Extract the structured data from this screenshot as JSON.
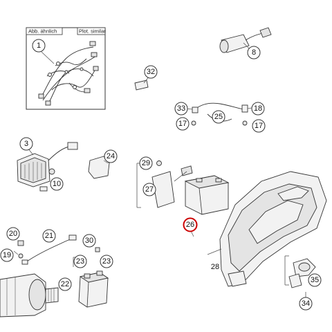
{
  "inset": {
    "left_text": "Abb. ähnlich",
    "right_text": "Plot. similar"
  },
  "callouts": {
    "c1": "1",
    "c3": "3",
    "c8": "8",
    "c10": "10",
    "c17a": "17",
    "c17b": "17",
    "c18": "18",
    "c19": "19",
    "c20": "20",
    "c21": "21",
    "c22": "22",
    "c23a": "23",
    "c23b": "23",
    "c24": "24",
    "c25": "25",
    "c26": "26",
    "c27": "27",
    "c28": "28",
    "c29": "29",
    "c30": "30",
    "c32": "32",
    "c33": "33",
    "c34": "34",
    "c35": "35"
  },
  "highlight_color": "#cc0000"
}
